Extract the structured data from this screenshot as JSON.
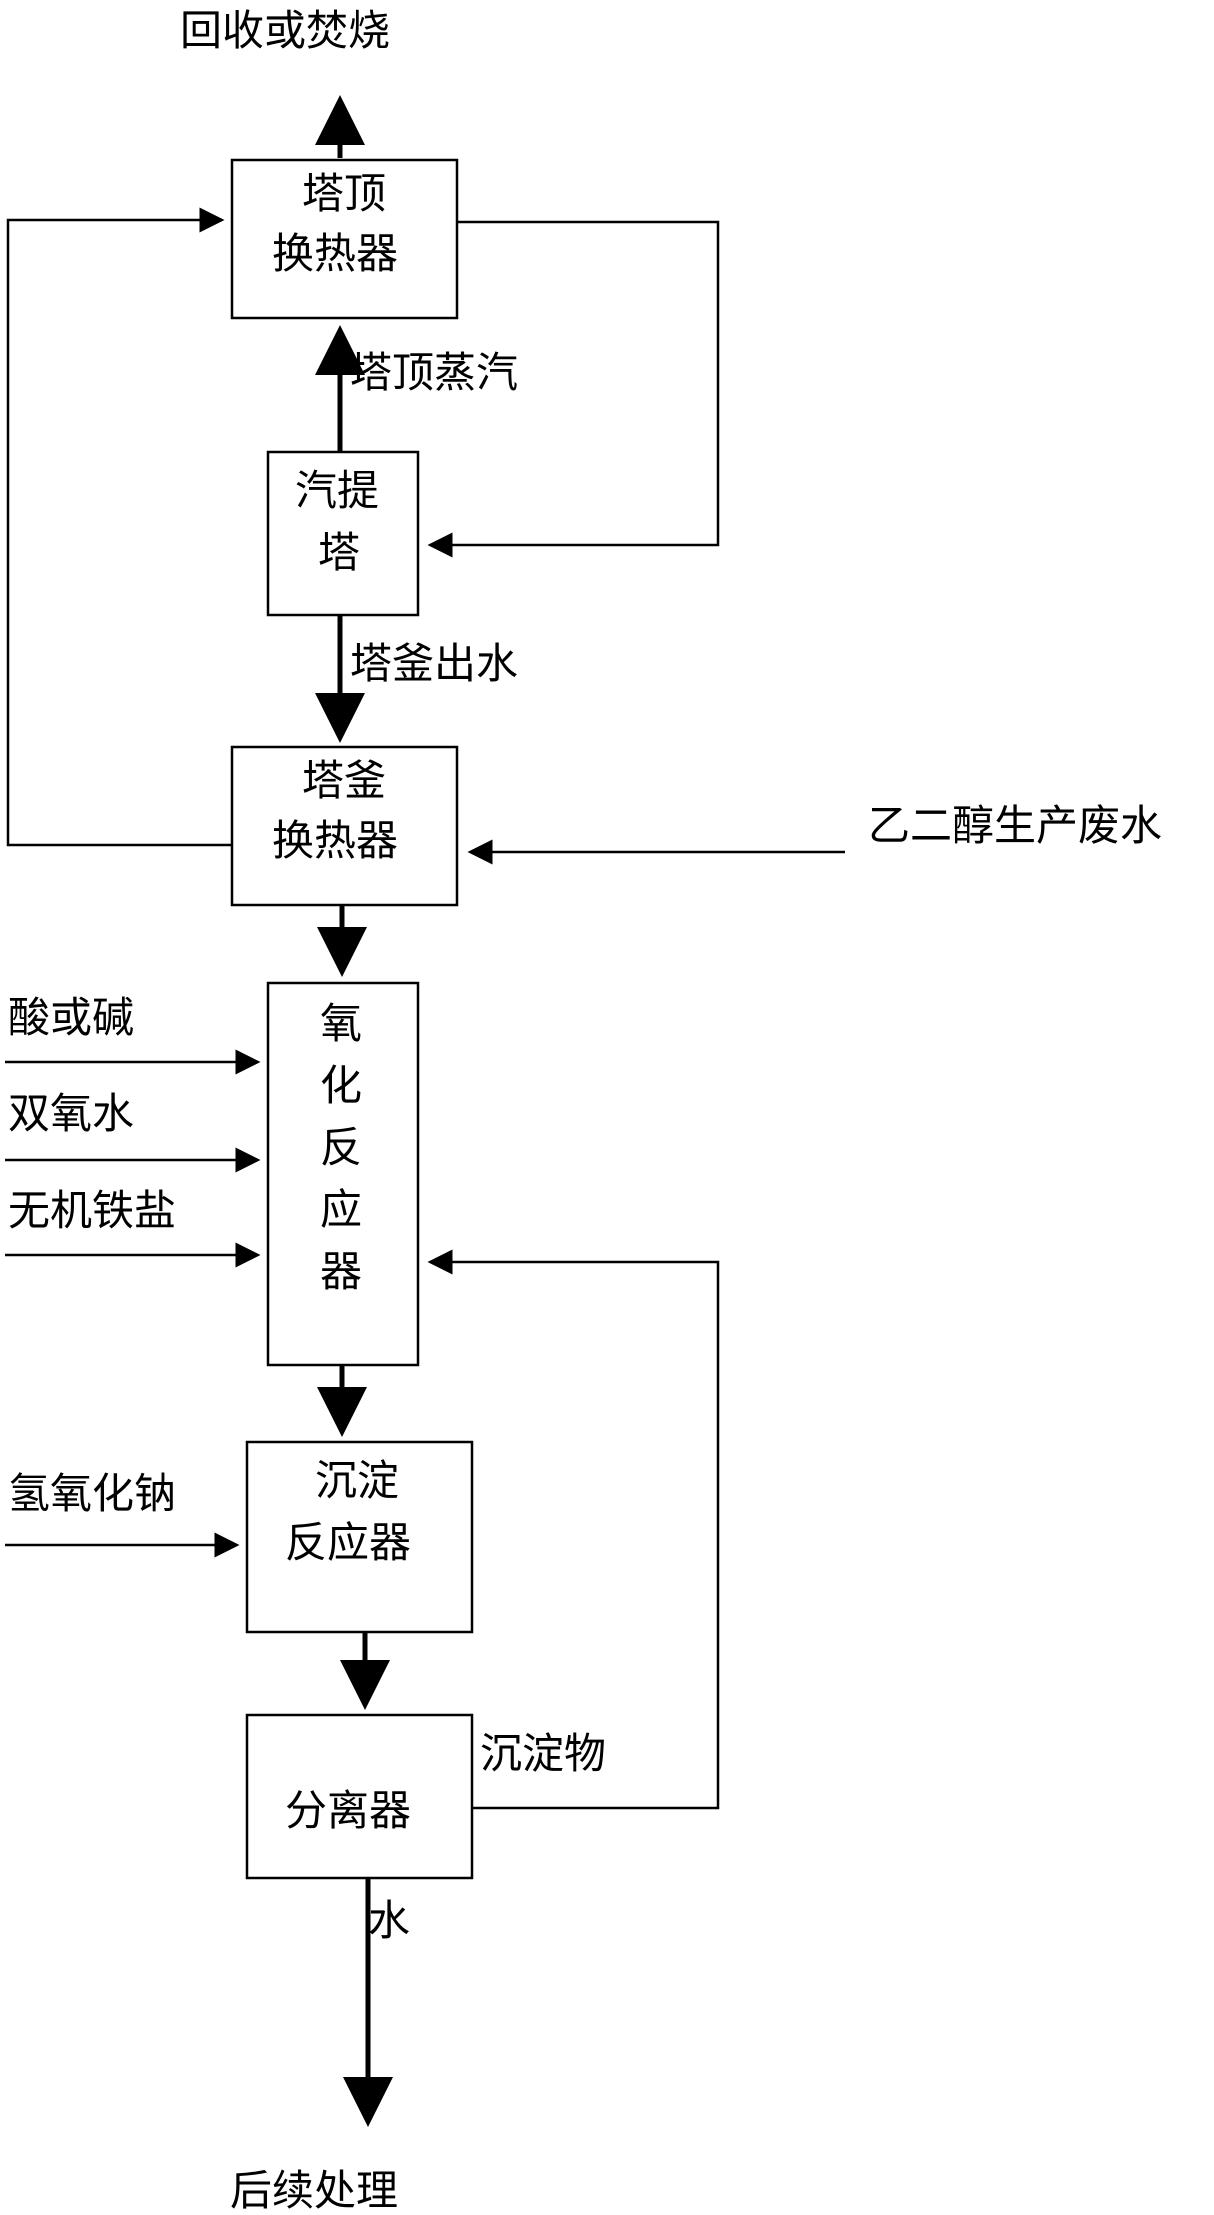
{
  "nodes": {
    "top_heat_exchanger": [
      "塔顶",
      "换热器"
    ],
    "stripping_tower": [
      "汽提",
      "塔"
    ],
    "bottom_heat_exchanger": [
      "塔釜",
      "换热器"
    ],
    "oxidation_reactor": [
      "氧",
      "化",
      "反",
      "应",
      "器"
    ],
    "precipitation_reactor": [
      "沉淀",
      "反应器"
    ],
    "separator": [
      "分离器"
    ]
  },
  "labels": {
    "recycle_or_incinerate": "回收或焚烧",
    "top_vapor": "塔顶蒸汽",
    "bottom_outlet_water": "塔釜出水",
    "glycol_wastewater": "乙二醇生产废水",
    "acid_or_base": "酸或碱",
    "hydrogen_peroxide": "双氧水",
    "inorganic_iron_salt": "无机铁盐",
    "sodium_hydroxide": "氢氧化钠",
    "precipitate": "沉淀物",
    "water": "水",
    "subsequent_treatment": "后续处理"
  }
}
